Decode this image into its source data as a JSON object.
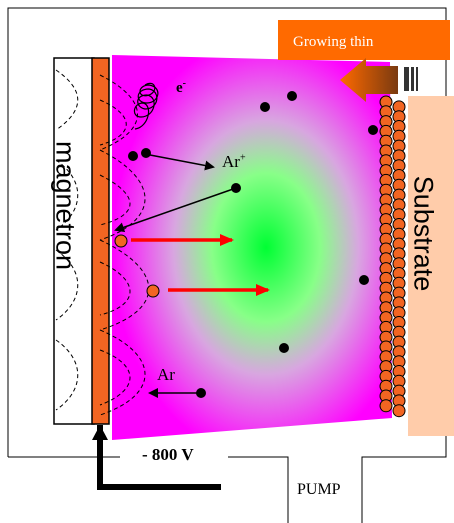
{
  "labels": {
    "magnetron": "magnetron",
    "substrate": "Substrate",
    "growing_film": "Growing thin",
    "electron": "e",
    "electron_sup": "-",
    "argon_ion": "Ar",
    "argon_ion_sup": "+",
    "argon": "Ar",
    "voltage": "- 800 V",
    "pump": "PUMP"
  },
  "colors": {
    "plasma_edge": "#ff00ff",
    "plasma_center": "#00ff33",
    "target": "#f26522",
    "substrate": "#ffccaa",
    "growing_banner": "#ff6a00",
    "sputter_arrow": "#ff0000",
    "particle": "#000000"
  }
}
